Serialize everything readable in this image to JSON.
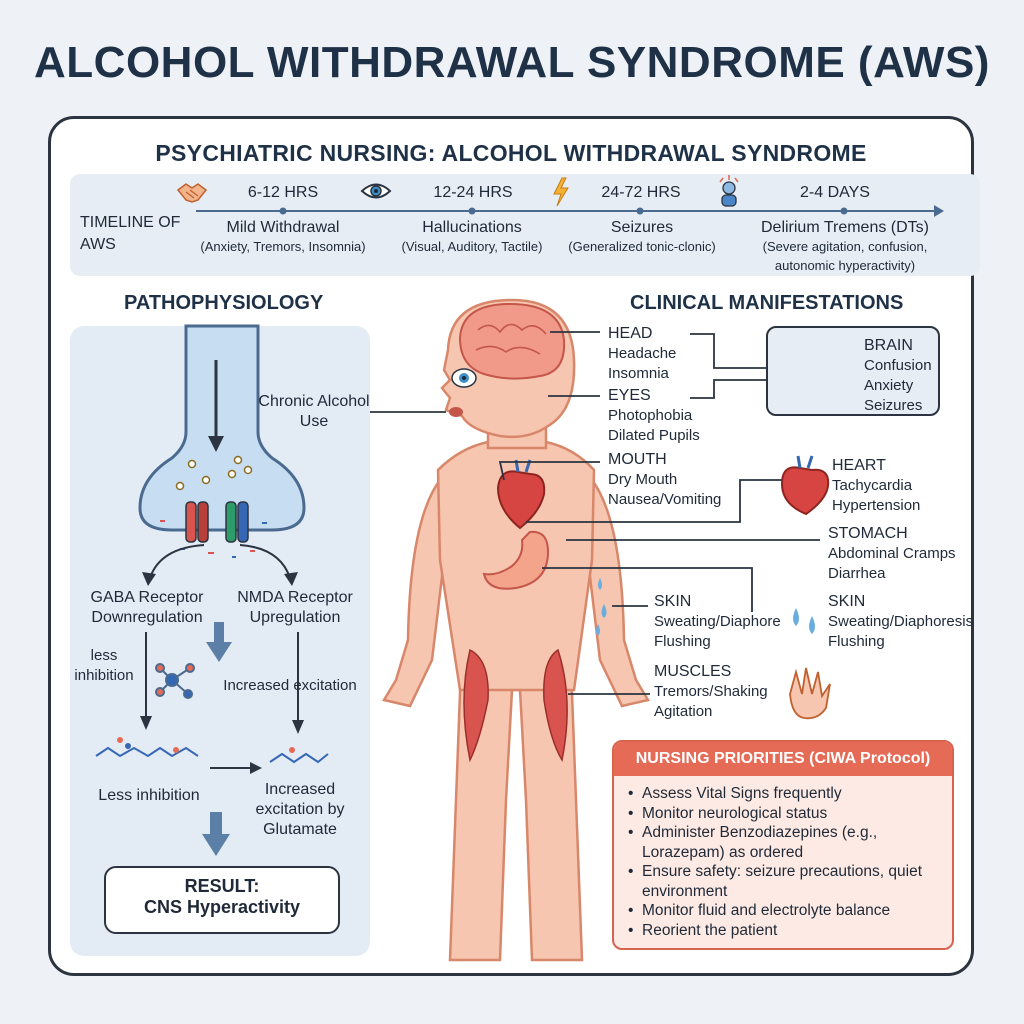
{
  "title": "ALCOHOL WITHDRAWAL SYNDROME (AWS)",
  "subtitle": "PSYCHIATRIC NURSING: ALCOHOL WITHDRAWAL SYNDROME",
  "timeline": {
    "label": "TIMELINE OF AWS",
    "stages": [
      {
        "time": "6-12 HRS",
        "phase": "Mild Withdrawal",
        "detail": "(Anxiety, Tremors, Insomnia)",
        "icon": "handshake-icon"
      },
      {
        "time": "12-24 HRS",
        "phase": "Hallucinations",
        "detail": "(Visual, Auditory, Tactile)",
        "icon": "eye-icon"
      },
      {
        "time": "24-72 HRS",
        "phase": "Seizures",
        "detail": "(Generalized tonic-clonic)",
        "icon": "lightning-icon"
      },
      {
        "time": "2-4 DAYS",
        "phase": "Delirium Tremens (DTs)",
        "detail": "(Severe agitation, confusion, autonomic hyperactivity)",
        "icon": "agitated-person-icon"
      }
    ]
  },
  "pathophysiology": {
    "heading": "PATHOPHYSIOLOGY",
    "chronic": "Chronic Alcohol Use",
    "gaba": "GABA Receptor Downregulation",
    "nmda": "NMDA Receptor Upregulation",
    "less_inhibition_small": "less inhibition",
    "increased_excitation": "Increased excitation",
    "less_inhibition": "Less inhibition",
    "increased_glutamate": "Increased excitation by Glutamate",
    "result_label": "RESULT:",
    "result_value": "CNS Hyperactivity"
  },
  "clinical": {
    "heading": "CLINICAL MANIFESTATIONS",
    "head": {
      "title": "HEAD",
      "items": [
        "Headache",
        "Insomnia"
      ]
    },
    "eyes": {
      "title": "EYES",
      "items": [
        "Photophobia",
        "Dilated Pupils"
      ]
    },
    "mouth": {
      "title": "MOUTH",
      "items": [
        "Dry Mouth",
        "Nausea/Vomiting"
      ]
    },
    "stomach": {
      "title": "STOMACH",
      "items": [
        "Abdominal Cramps",
        "Diarrhea"
      ]
    },
    "skin_left": {
      "title": "SKIN",
      "items": [
        "Sweating/Diaphore",
        "Flushing"
      ]
    },
    "muscles": {
      "title": "MUSCLES",
      "items": [
        "Tremors/Shaking",
        "Agitation"
      ]
    },
    "brain": {
      "title": "BRAIN",
      "items": [
        "Confusion",
        "Anxiety",
        "Seizures"
      ]
    },
    "heart": {
      "title": "HEART",
      "items": [
        "Tachycardia",
        "Hypertension"
      ]
    },
    "skin_right": {
      "title": "SKIN",
      "items": [
        "Sweating/Diaphoresis",
        "Flushing"
      ]
    }
  },
  "nursing": {
    "title": "NURSING PRIORITIES (CIWA Protocol)",
    "items": [
      "Assess Vital Signs frequently",
      "Monitor neurological status",
      "Administer Benzodiazepines (e.g., Lorazepam) as ordered",
      "Ensure safety: seizure precautions, quiet environment",
      "Monitor fluid and electrolyte balance",
      "Reorient the patient"
    ]
  },
  "colors": {
    "accent": "#e56b57",
    "navy": "#1f3147",
    "panel": "#e3ecf5",
    "skin": "#f7c6b0"
  }
}
